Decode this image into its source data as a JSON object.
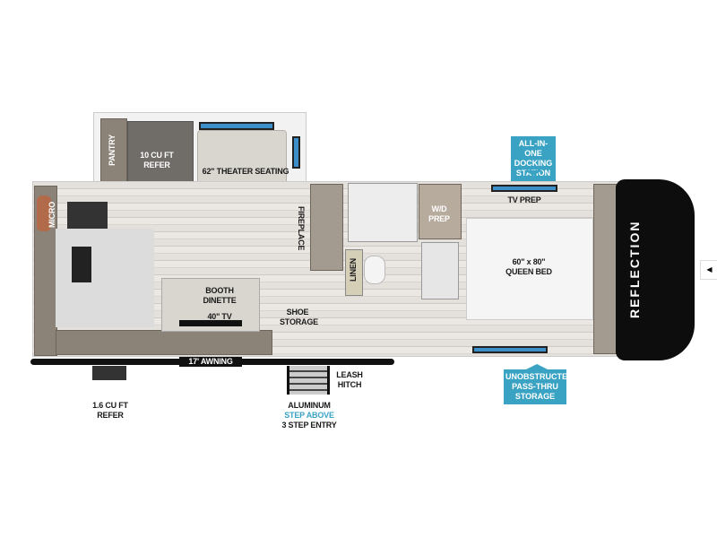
{
  "brand": "REFLECTION",
  "rooms": {
    "pantry": "PANTRY",
    "refer_10": "10 CU FT REFER",
    "theater": "62\" THEATER SEATING",
    "micro": "MICRO",
    "fireplace": "FIREPLACE",
    "booth": "BOOTH DINETTE",
    "tv40": "40\" TV",
    "shoe": "SHOE STORAGE",
    "linen": "LINEN",
    "wd": "W/D PREP",
    "tvprep": "TV PREP",
    "bed_size": "60\" x 80\"",
    "bed": "QUEEN BED"
  },
  "exterior": {
    "awning": "17' AWNING",
    "leash": "LEASH HITCH",
    "refer_16": "1.6 CU FT REFER",
    "step_line1": "ALUMINUM",
    "step_line2": "STEP ABOVE",
    "step_line3": "3 STEP ENTRY"
  },
  "callouts": {
    "docking": "ALL-IN-ONE DOCKING STATION",
    "passthru": "UNOBSTRUCTED PASS-THRU STORAGE"
  },
  "colors": {
    "callout": "#3aa3c4",
    "cap": "#0d0d0d",
    "window": "#3d8fc9"
  }
}
